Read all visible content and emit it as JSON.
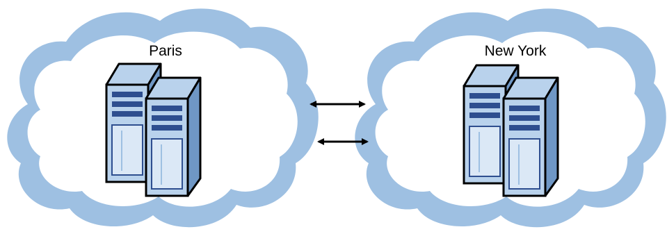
{
  "sites": [
    {
      "label": "Paris"
    },
    {
      "label": "New York"
    }
  ],
  "links": [
    {
      "direction": "bidirectional"
    },
    {
      "direction": "bidirectional"
    }
  ],
  "colors": {
    "cloud_outer": "#9ec0e2",
    "cloud_inner": "#ffffff",
    "server_front": "#b9d2ec",
    "server_side": "#6f97c5",
    "server_panel": "#dbe8f6",
    "server_stripe": "#2e4e8f",
    "outline": "#000000"
  },
  "icons": [
    "cloud-icon",
    "server-icon",
    "double-arrow-icon"
  ]
}
